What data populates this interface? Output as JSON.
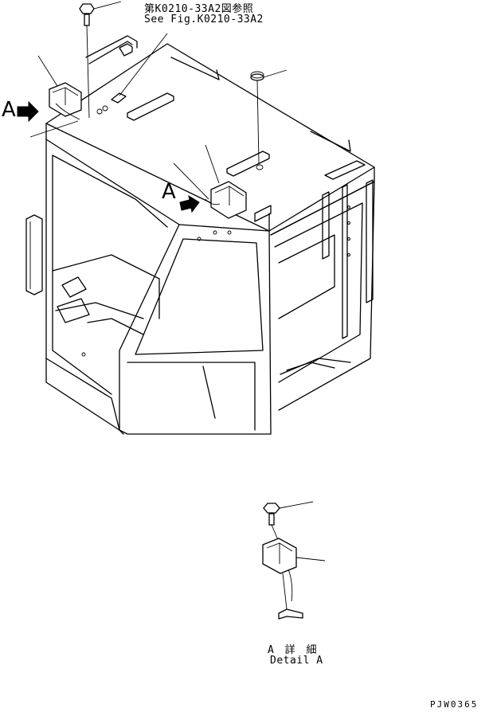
{
  "labels": {
    "ref_jp": "第K0210-33A2図参照",
    "ref_en": "See Fig.K0210-33A2",
    "view_a_1": "A",
    "view_a_2": "A",
    "detail_jp": "A 詳 細",
    "detail_en": "Detail A",
    "figure_code": "PJW0365"
  }
}
